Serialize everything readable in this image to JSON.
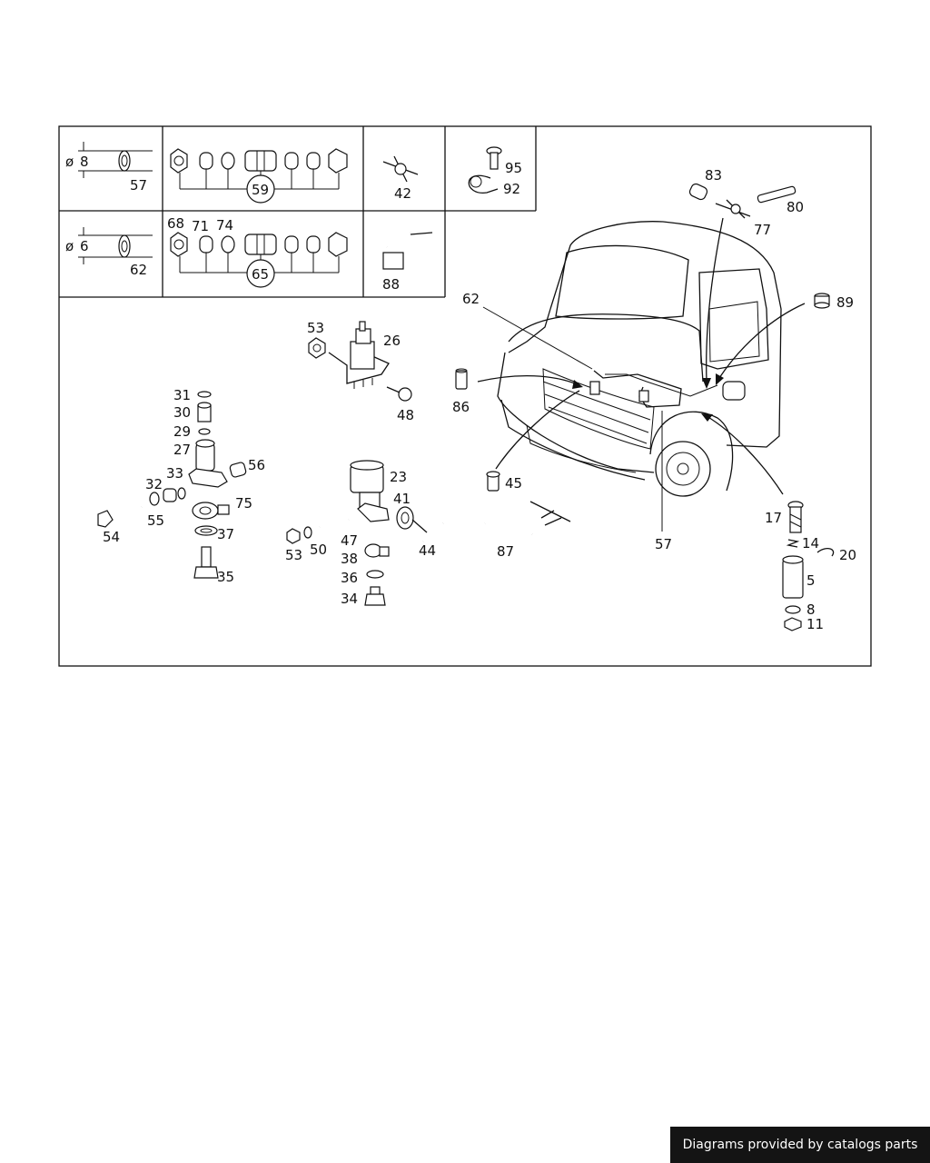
{
  "callouts": {
    "c57a": "57",
    "c59": "59",
    "c42": "42",
    "c95": "95",
    "c92": "92",
    "c6dia": "6",
    "c8dia": "8",
    "dia_sym": "ø",
    "c68": "68",
    "c71": "71",
    "c74": "74",
    "c62a": "62",
    "c65": "65",
    "c88": "88",
    "c83": "83",
    "c80": "80",
    "c77": "77",
    "c62b": "62",
    "c89": "89",
    "c53a": "53",
    "c26": "26",
    "c48": "48",
    "c86": "86",
    "c31": "31",
    "c30": "30",
    "c29": "29",
    "c27": "27",
    "c56": "56",
    "c33": "33",
    "c32": "32",
    "c54": "54",
    "c55": "55",
    "c75": "75",
    "c37": "37",
    "c35": "35",
    "c23": "23",
    "c41": "41",
    "c53b": "53",
    "c50": "50",
    "c47": "47",
    "c44": "44",
    "c38": "38",
    "c36": "36",
    "c34": "34",
    "c45": "45",
    "c87": "87",
    "c57b": "57",
    "c17": "17",
    "c14": "14",
    "c20": "20",
    "c5": "5",
    "c8": "8",
    "c11": "11"
  },
  "footer": {
    "text": "Diagrams provided by catalogs parts"
  }
}
